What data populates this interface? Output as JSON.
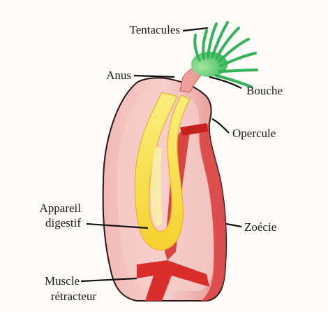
{
  "diagram": {
    "labels": {
      "tentacules": "Tentacules",
      "anus": "Anus",
      "bouche": "Bouche",
      "opercule": "Opercule",
      "appareil_line1": "Appareil",
      "appareil_line2": "digestif",
      "zoecie": "Zoécie",
      "muscle_line1": "Muscle",
      "muscle_line2": "rétracteur"
    },
    "colors": {
      "zooecium_outline": "#2a1616",
      "zooecium_fill": "#e9a4a2",
      "zooecium_inner": "#f4c2bf",
      "muscle_red": "#d92e2c",
      "digestive_yellow": "#f6d633",
      "digestive_light": "#fbf17a",
      "tentacle_green": "#2fb85b",
      "tentacle_light": "#a6e39d",
      "leader_line": "#111111"
    }
  }
}
